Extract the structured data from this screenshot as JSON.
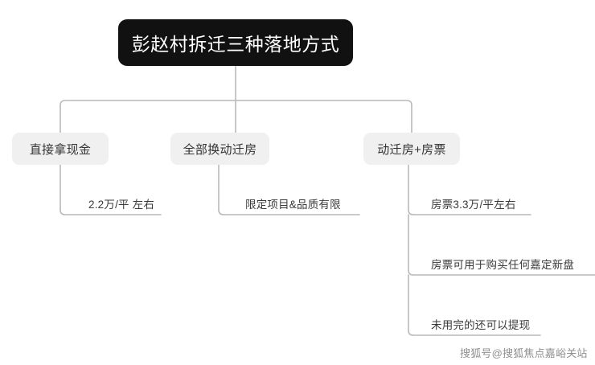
{
  "diagram": {
    "root": {
      "label": "彭赵村拆迁三种落地方式"
    },
    "branches": [
      {
        "label": "直接拿现金",
        "leaves": [
          {
            "text": "2.2万/平 左右"
          }
        ]
      },
      {
        "label": "全部换动迁房",
        "leaves": [
          {
            "text": "限定项目&品质有限"
          }
        ]
      },
      {
        "label": "动迁房+房票",
        "leaves": [
          {
            "text": "房票3.3万/平左右"
          },
          {
            "text": "房票可用于购买任何嘉定新盘"
          },
          {
            "text": "未用完的还可以提现"
          }
        ]
      }
    ]
  },
  "watermark": {
    "text": "搜狐号@搜狐焦点嘉峪关站"
  },
  "colors": {
    "root_background": "#111111",
    "root_text": "#ffffff",
    "node_background": "#f0f0f0",
    "node_text": "#333333",
    "leaf_text": "#3a3a3a",
    "connector": "#b9b9b9",
    "canvas_background": "#ffffff"
  }
}
